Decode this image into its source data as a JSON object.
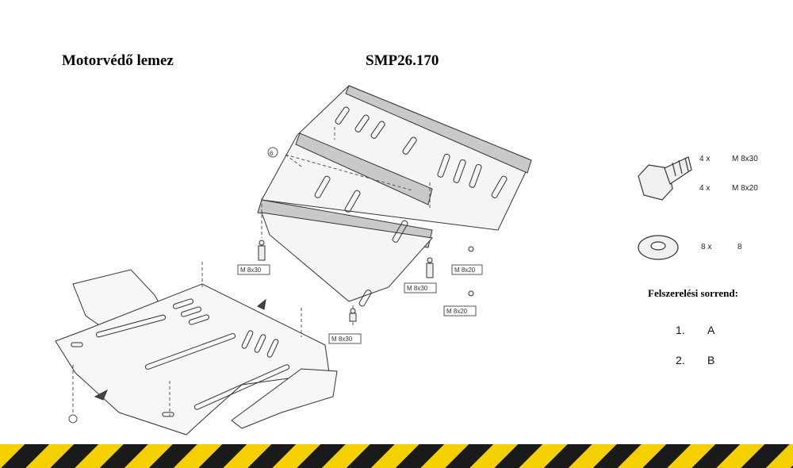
{
  "header": {
    "left_title": "Motorvédő lemez",
    "right_title": "SMP26.170"
  },
  "hardware": [
    {
      "qty": "4 x",
      "spec": "M 8x30"
    },
    {
      "qty": "4 x",
      "spec": "M 8x20"
    },
    {
      "qty": "8 x",
      "spec": "8"
    }
  ],
  "callouts": {
    "m830": "M 8x30",
    "m820": "M 8x20",
    "label_a": "6"
  },
  "order": {
    "heading": "Felszerelési sorrend:",
    "steps": [
      {
        "num": "1.",
        "part": "A"
      },
      {
        "num": "2.",
        "part": "B"
      }
    ]
  },
  "colors": {
    "stripe_yellow": "#f4d000",
    "stripe_black": "#1a1a1a",
    "plate_gray": "#c9c9c9"
  }
}
